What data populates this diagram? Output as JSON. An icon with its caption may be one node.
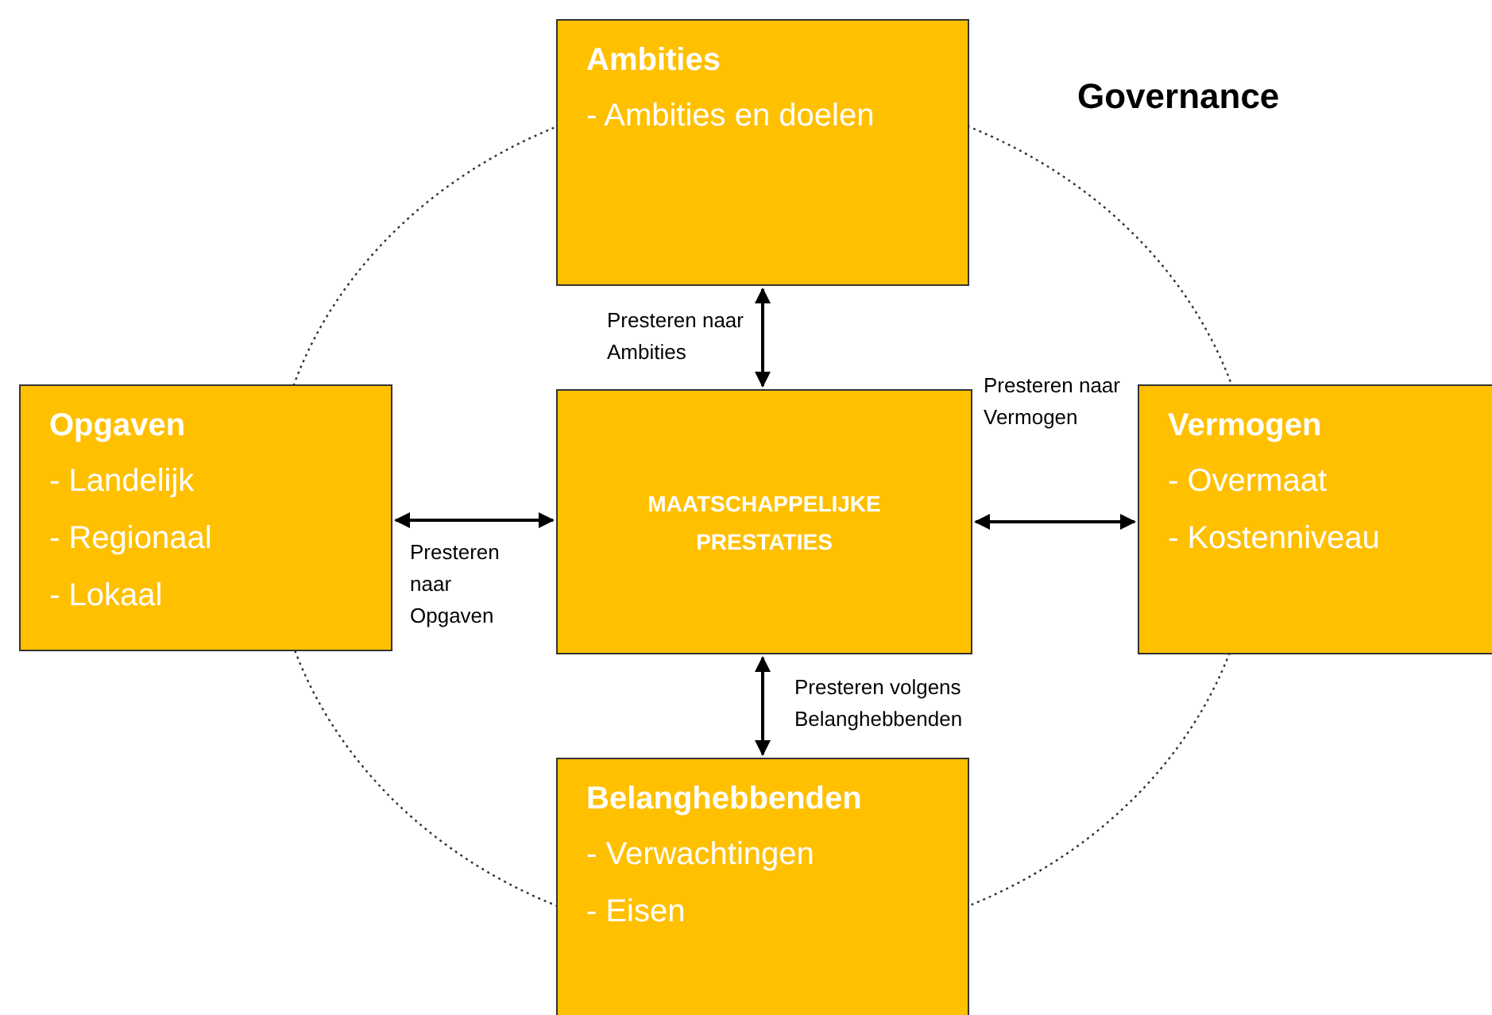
{
  "diagram": {
    "title": "Governance",
    "nodes": [
      {
        "text": [
          "Ambities",
          "- Ambities en doelen"
        ]
      },
      {
        "text": [
          "Opgaven",
          "- Landelijk",
          "- Regionaal",
          "- Lokaal"
        ]
      },
      {
        "text": [
          "MAATSCHAPPELIJKE PRESTATIES"
        ]
      },
      {
        "text": [
          "Vermogen",
          "- Overmaat",
          "- Kostenniveau"
        ]
      },
      {
        "text": [
          "Belanghebbenden",
          "- Verwachtingen",
          "- Eisen"
        ]
      }
    ],
    "edges": [
      {
        "from": 2,
        "to": 0,
        "arrow": "both",
        "label": "Presteren naar Ambities"
      },
      {
        "from": 1,
        "to": 2,
        "arrow": "both",
        "label": "Presteren naar Opgaven"
      },
      {
        "from": 2,
        "to": 3,
        "arrow": "both",
        "label": "Presteren naar Vermogen"
      },
      {
        "from": 2,
        "to": 4,
        "arrow": "both",
        "label": "Presteren volgens Belanghebbenden"
      }
    ]
  }
}
